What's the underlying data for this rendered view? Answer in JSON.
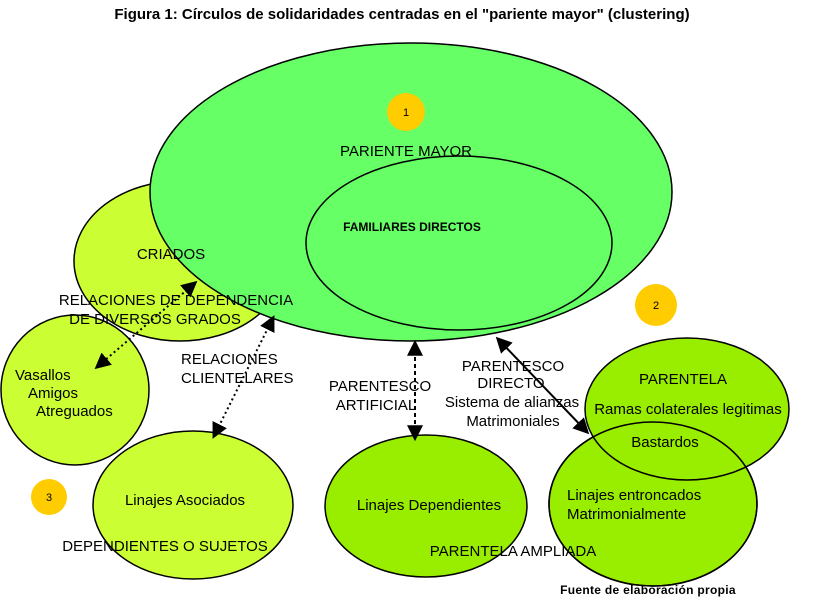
{
  "title": "Figura 1: Círculos de solidaridades centradas en el \"pariente mayor\" (clustering)",
  "source": "Fuente de elaboración propia",
  "colors": {
    "main_green": "#66ff66",
    "lime": "#ccff33",
    "bright_green": "#99ee00",
    "badge": "#ffcc00",
    "stroke": "#000000"
  },
  "badges": [
    "1",
    "2",
    "3"
  ],
  "nodes": {
    "pariente_mayor": "PARIENTE MAYOR",
    "familiares_directos": "FAMILIARES DIRECTOS",
    "criados": "CRIADOS",
    "vasallos": [
      "Vasallos",
      "Amigos",
      "Atreguados"
    ],
    "linajes_asociados": "Linajes Asociados",
    "linajes_dependientes": "Linajes Dependientes",
    "parentela": "PARENTELA",
    "ramas_colaterales": "Ramas colaterales legitimas",
    "bastardos": "Bastardos",
    "linajes_entroncados": [
      "Linajes entroncados",
      "Matrimonialmente"
    ]
  },
  "labels": {
    "relaciones_dependencia": [
      "RELACIONES DE DEPENDENCIA",
      "DE DIVERSOS GRADOS"
    ],
    "relaciones_clientelares": [
      "RELACIONES",
      "CLIENTELARES"
    ],
    "parentesco_artificial": [
      "PARENTESCO",
      "ARTIFICIAL"
    ],
    "parentesco_directo": [
      "PARENTESCO",
      "DIRECTO"
    ],
    "sistema_alianzas": [
      "Sistema de alianzas",
      "Matrimoniales"
    ],
    "dependientes_sujetos": "DEPENDIENTES O SUJETOS",
    "parentela_ampliada": "PARENTELA AMPLIADA"
  }
}
